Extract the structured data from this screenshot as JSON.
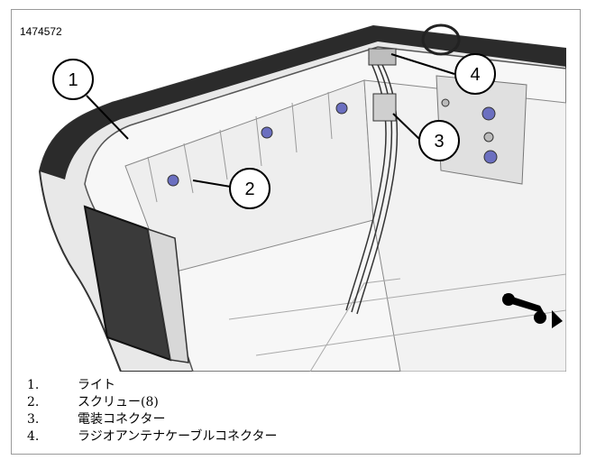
{
  "figure": {
    "id": "1474572",
    "callouts": [
      "1",
      "2",
      "3",
      "4"
    ]
  },
  "legend": [
    {
      "num": "1.",
      "text": "ライト"
    },
    {
      "num": "2.",
      "text": "スクリュー(8)"
    },
    {
      "num": "3.",
      "text": "電装コネクター"
    },
    {
      "num": "4.",
      "text": "ラジオアンテナケーブルコネクター"
    }
  ]
}
